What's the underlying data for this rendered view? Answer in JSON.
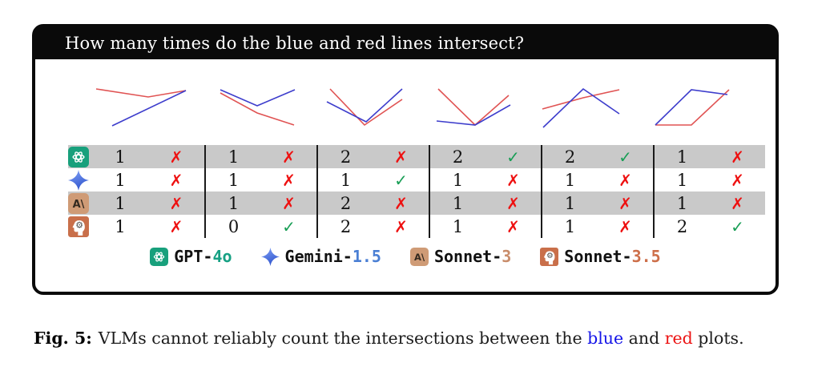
{
  "question_bar": {
    "text": "How many times do the blue and red lines intersect?"
  },
  "chart_data": {
    "type": "line",
    "description": "Six mini axis-less plots, each with one blue and one red polyline; point coordinates in each 140x80 plot box",
    "line_colors": {
      "blue": "#3d3dcc",
      "red": "#e05353"
    },
    "plots": [
      {
        "blue": "25,63 117,19",
        "red": "5,17 70,27 117,19"
      },
      {
        "blue": "20,18 66,38 113,18",
        "red": "20,22 66,47 112,62"
      },
      {
        "blue": "13,33 62,58 107,17",
        "red": "17,17 60,62 107,30"
      },
      {
        "blue": "10,57 58,62 102,37",
        "red": "12,17 58,62 100,25"
      },
      {
        "blue": "3,65 53,17 98,48",
        "red": "2,42 53,28 98,18"
      },
      {
        "blue": "3,62 48,18 93,24",
        "red": "3,62 48,62 95,18"
      }
    ]
  },
  "table": {
    "rows": [
      {
        "model": "GPT-4o",
        "icon": "openai-icon",
        "cells": [
          {
            "answer": "1",
            "mark": "✗"
          },
          {
            "answer": "1",
            "mark": "✗"
          },
          {
            "answer": "2",
            "mark": "✗"
          },
          {
            "answer": "2",
            "mark": "✓"
          },
          {
            "answer": "2",
            "mark": "✓"
          },
          {
            "answer": "1",
            "mark": "✗"
          }
        ]
      },
      {
        "model": "Gemini-1.5",
        "icon": "gemini-star-icon",
        "cells": [
          {
            "answer": "1",
            "mark": "✗"
          },
          {
            "answer": "1",
            "mark": "✗"
          },
          {
            "answer": "1",
            "mark": "✓"
          },
          {
            "answer": "1",
            "mark": "✗"
          },
          {
            "answer": "1",
            "mark": "✗"
          },
          {
            "answer": "1",
            "mark": "✗"
          }
        ]
      },
      {
        "model": "Sonnet-3",
        "icon": "anthropic-icon",
        "cells": [
          {
            "answer": "1",
            "mark": "✗"
          },
          {
            "answer": "1",
            "mark": "✗"
          },
          {
            "answer": "2",
            "mark": "✗"
          },
          {
            "answer": "1",
            "mark": "✗"
          },
          {
            "answer": "1",
            "mark": "✗"
          },
          {
            "answer": "1",
            "mark": "✗"
          }
        ]
      },
      {
        "model": "Sonnet-3.5",
        "icon": "head-gear-icon",
        "cells": [
          {
            "answer": "1",
            "mark": "✗"
          },
          {
            "answer": "0",
            "mark": "✓"
          },
          {
            "answer": "2",
            "mark": "✗"
          },
          {
            "answer": "1",
            "mark": "✗"
          },
          {
            "answer": "1",
            "mark": "✗"
          },
          {
            "answer": "2",
            "mark": "✓"
          }
        ]
      }
    ]
  },
  "legend": {
    "items": [
      {
        "prefix": "GPT-",
        "suffix": "4o",
        "suffix_color": "#17a184"
      },
      {
        "prefix": "Gemini-",
        "suffix": "1.5",
        "suffix_color": "#4a7fd4"
      },
      {
        "prefix": "Sonnet-",
        "suffix": "3",
        "suffix_color": "#c98d6b"
      },
      {
        "prefix": "Sonnet-",
        "suffix": "3.5",
        "suffix_color": "#cd6f4a"
      }
    ],
    "anthropic_glyph": "A\\"
  },
  "caption": {
    "label": "Fig. 5:",
    "text_before": "VLMs cannot reliably count the intersections between the ",
    "blue_word": "blue",
    "mid": " and ",
    "red_word": "red",
    "text_after": " plots."
  },
  "colors": {
    "check_green": "#189e55",
    "cross_red": "#ee1111",
    "row_gray": "#c9c9c9",
    "openai_teal": "#18a07c",
    "anthropic_tan": "#cf9b76",
    "sonnet35_terracotta": "#c96f4a"
  }
}
